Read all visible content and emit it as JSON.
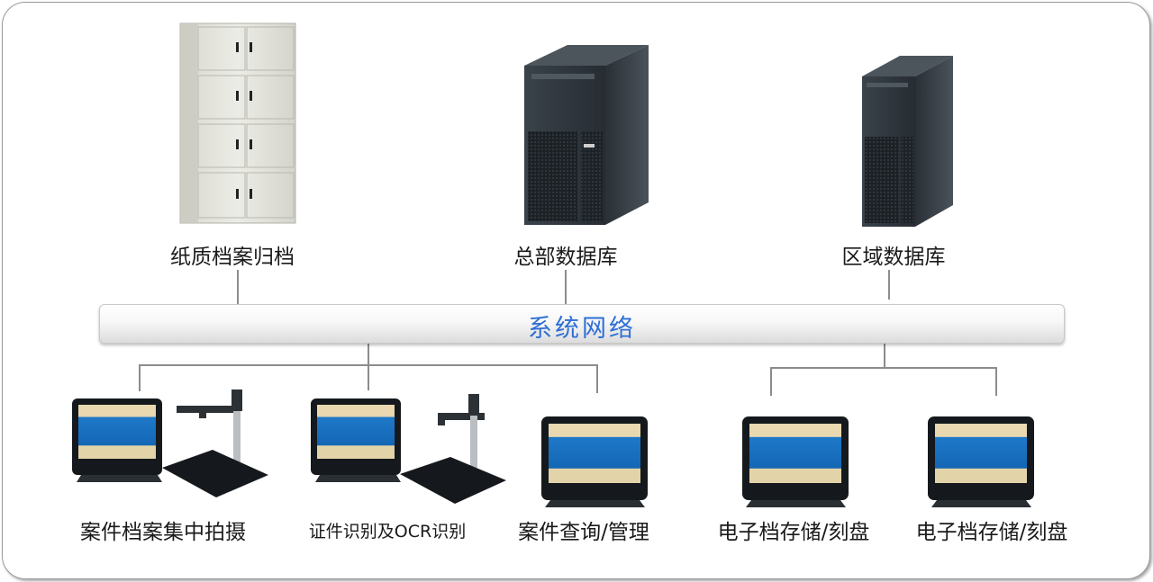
{
  "colors": {
    "bus_text": "#2e6fd6",
    "line": "#8c8c8c",
    "device_dark": "#2b3239",
    "screen_blue": "#1d6fc2",
    "cabinet": "#e4e4dc"
  },
  "top_nodes": [
    {
      "label": "纸质档案归档",
      "icon": "filing-cabinet-icon"
    },
    {
      "label": "总部数据库",
      "icon": "tower-server-icon"
    },
    {
      "label": "区域数据库",
      "icon": "tower-server-icon"
    }
  ],
  "network": {
    "label": "系统网络"
  },
  "bottom_nodes": [
    {
      "label": "案件档案集中拍摄",
      "icon": "monitor-with-document-camera-icon"
    },
    {
      "label": "证件识别及OCR识别",
      "icon": "monitor-with-document-camera-icon"
    },
    {
      "label": "案件查询/管理",
      "icon": "monitor-icon"
    },
    {
      "label": "电子档存储/刻盘",
      "icon": "monitor-icon"
    },
    {
      "label": "电子档存储/刻盘",
      "icon": "monitor-icon"
    }
  ]
}
